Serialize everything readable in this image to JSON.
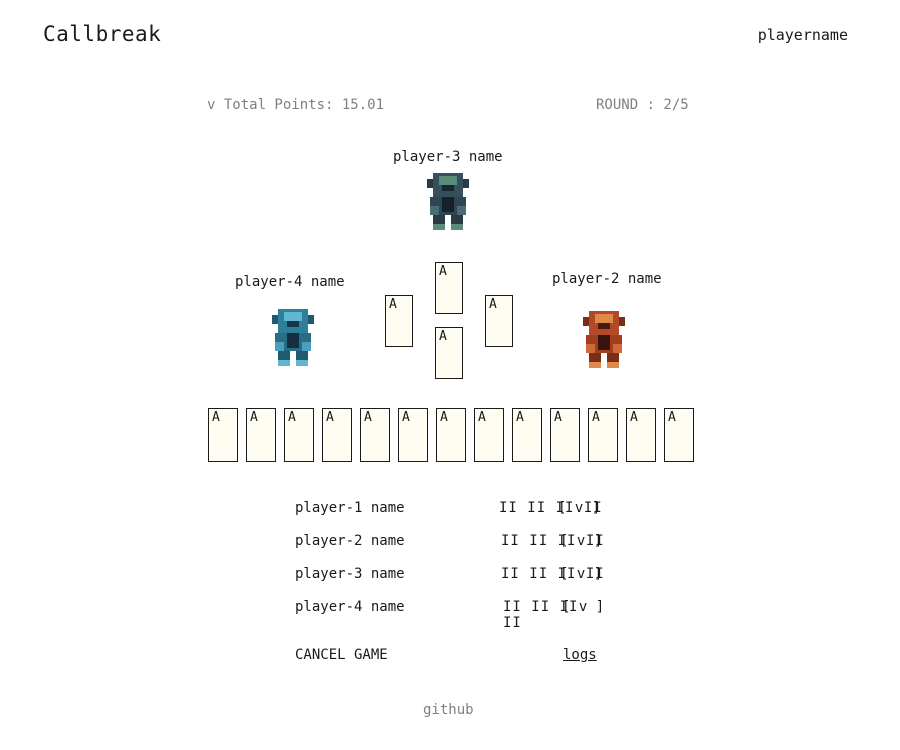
{
  "header": {
    "title": "Callbreak",
    "username": "playername"
  },
  "status": {
    "total_points": "v Total Points: 15.01",
    "round": "ROUND : 2/5"
  },
  "players": {
    "top": {
      "name": "player-3 name",
      "color": "#3b5a66"
    },
    "left": {
      "name": "player-4 name",
      "color": "#2e7f9a"
    },
    "right": {
      "name": "player-2 name",
      "color": "#b24a2a"
    }
  },
  "table_cards": [
    "A",
    "A",
    "A",
    "A"
  ],
  "hand": [
    "A",
    "A",
    "A",
    "A",
    "A",
    "A",
    "A",
    "A",
    "A",
    "A",
    "A",
    "A",
    "A"
  ],
  "scoreboard": [
    {
      "name": "player-1 name",
      "tally": "II II II II",
      "bid": "[ v ]"
    },
    {
      "name": "player-2 name",
      "tally": "II II II II",
      "bid": "[ v ]"
    },
    {
      "name": "player-3 name",
      "tally": "II II II II",
      "bid": "[ v ]"
    },
    {
      "name": "player-4 name",
      "tally": "II II II II",
      "bid": "[ v ]"
    }
  ],
  "footer": {
    "cancel": "CANCEL GAME",
    "logs": "logs",
    "github": "github"
  }
}
